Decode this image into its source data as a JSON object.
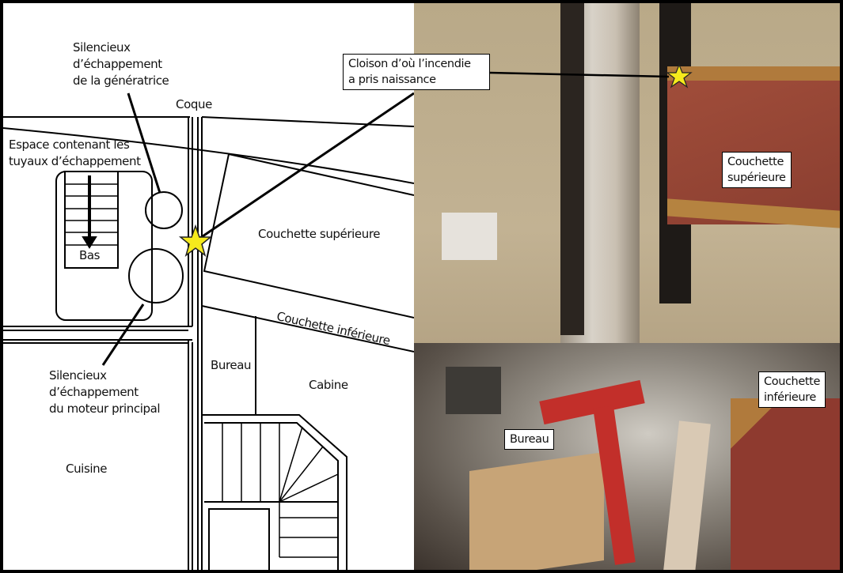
{
  "diagram": {
    "labels": {
      "generator_muffler": "Silencieux\nd’échappement\nde la génératrice",
      "hull": "Coque",
      "exhaust_space": "Espace contenant les\ntuyaux d’échappement",
      "down": "Bas",
      "upper_berth": "Couchette supérieure",
      "lower_berth": "Couchette inférieure",
      "main_engine_muffler": "Silencieux\nd’échappement\ndu moteur principal",
      "office": "Bureau",
      "cabin": "Cabine",
      "galley": "Cuisine",
      "fire_origin": "Cloison d’où l’incendie\na pris naissance"
    },
    "colors": {
      "star": "#f5ea1c"
    }
  },
  "photo": {
    "labels": {
      "upper_berth": "Couchette\nsupérieure",
      "lower_berth": "Couchette\ninférieure",
      "office": "Bureau"
    }
  }
}
